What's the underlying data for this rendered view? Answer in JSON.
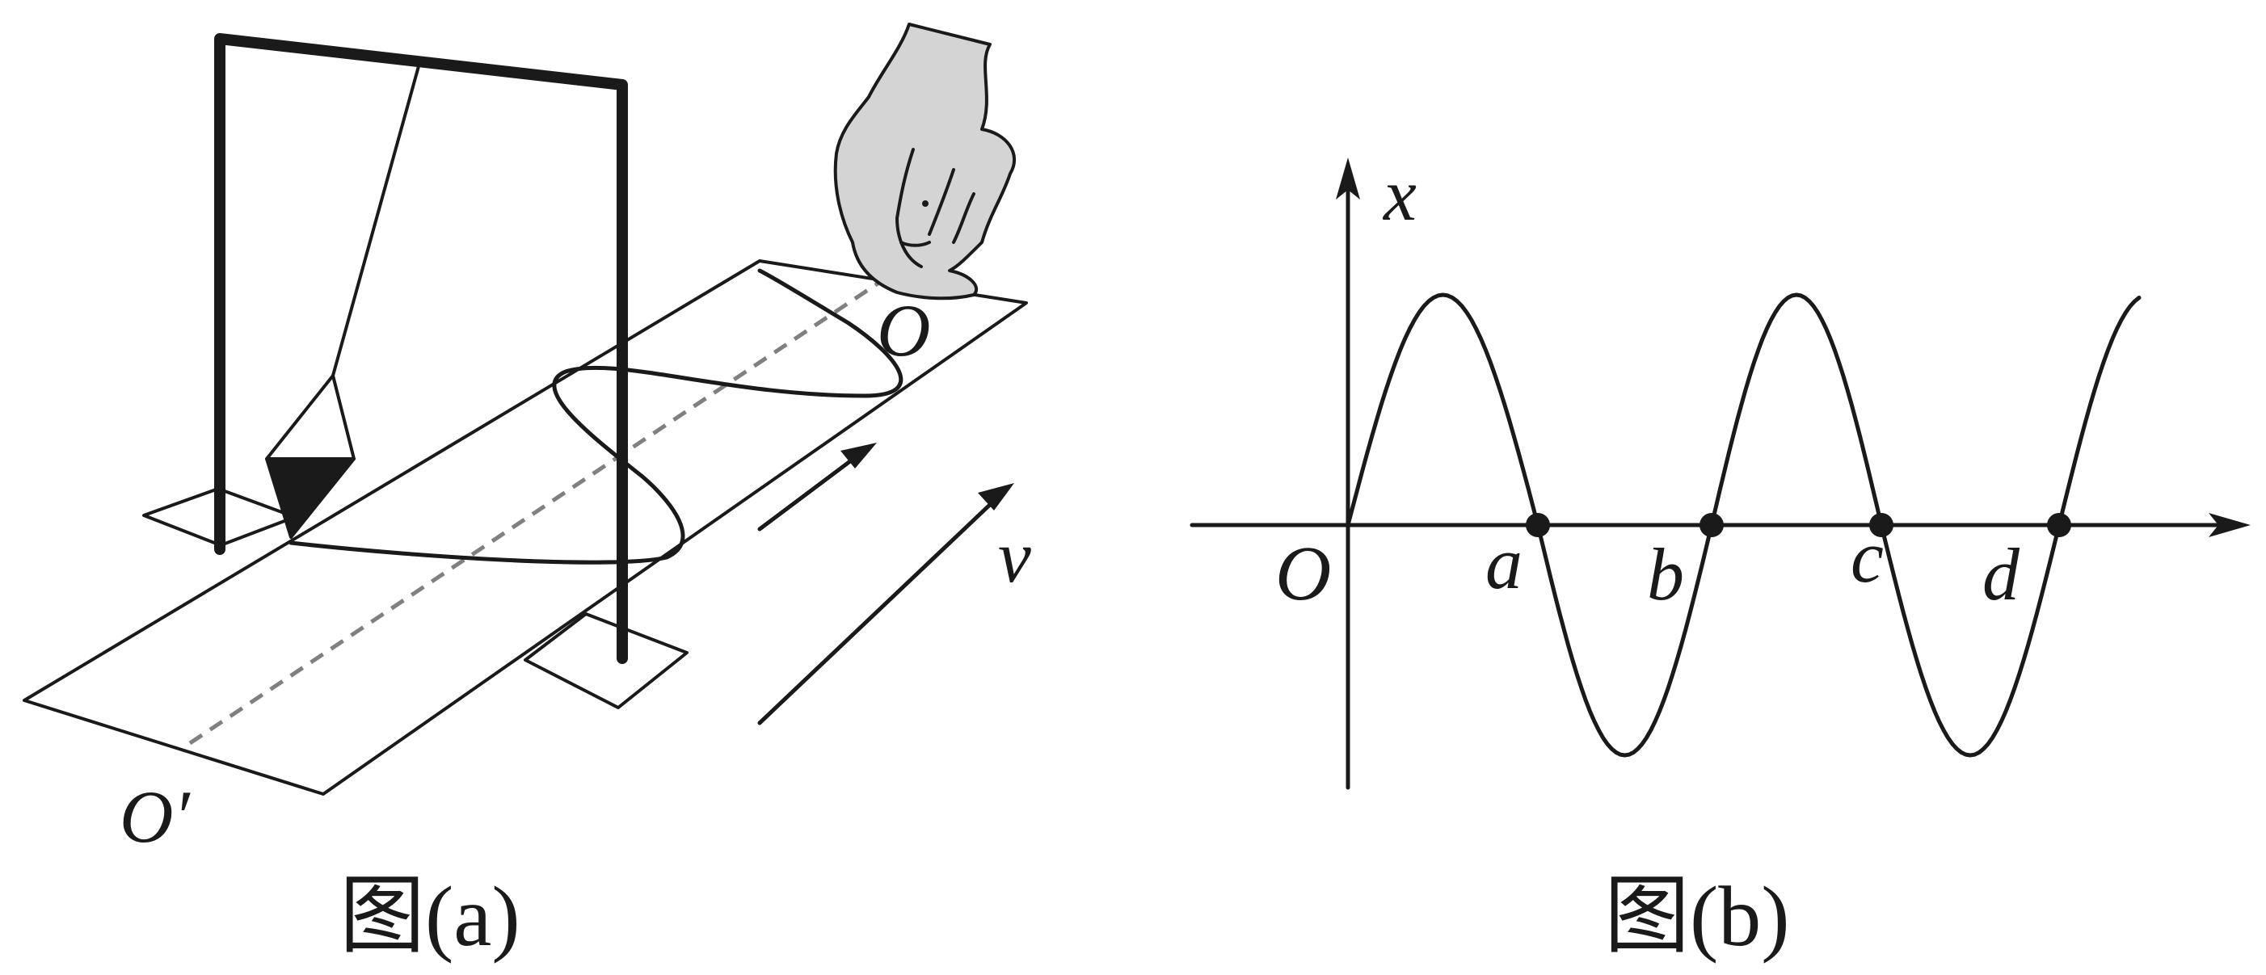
{
  "figure_a": {
    "caption": "图(a)",
    "label_O": "O",
    "label_O_prime": "O′",
    "label_v": "v"
  },
  "figure_b": {
    "caption": "图(b)",
    "axis_y_label": "x",
    "origin_label": "O",
    "points": [
      {
        "label": "a"
      },
      {
        "label": "b"
      },
      {
        "label": "c"
      },
      {
        "label": "d"
      }
    ]
  },
  "colors": {
    "ink": "#1a1a1a",
    "dashed_line": "#808080",
    "hand_fill": "#d4d4d4",
    "background": "#ffffff"
  }
}
